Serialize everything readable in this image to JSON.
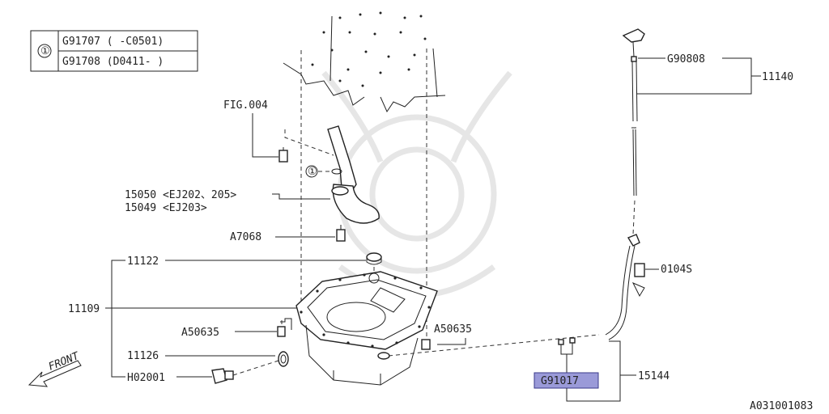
{
  "legend": {
    "marker": "①",
    "rows": [
      "G91707 ( -C0501)",
      "G91708 (D0411- )"
    ]
  },
  "labels": {
    "fig004": "FIG.004",
    "p15050": "15050 <EJ202、205>",
    "p15049": "15049 <EJ203>",
    "a7068": "A7068",
    "p11122": "11122",
    "p11109": "11109",
    "a50635_left": "A50635",
    "a50635_right": "A50635",
    "p11126": "11126",
    "h02001": "H02001",
    "front": "FRONT",
    "g90808": "G90808",
    "p11140": "11140",
    "p0104s": "0104S",
    "g91017": "G91017",
    "p15144": "15144",
    "callout1": "①",
    "diagram_id": "A031001083"
  },
  "colors": {
    "highlight_fill": "#9a9ad8",
    "highlight_stroke": "#3a3a8a",
    "line": "#222222",
    "watermark": "#e6e6e6"
  }
}
